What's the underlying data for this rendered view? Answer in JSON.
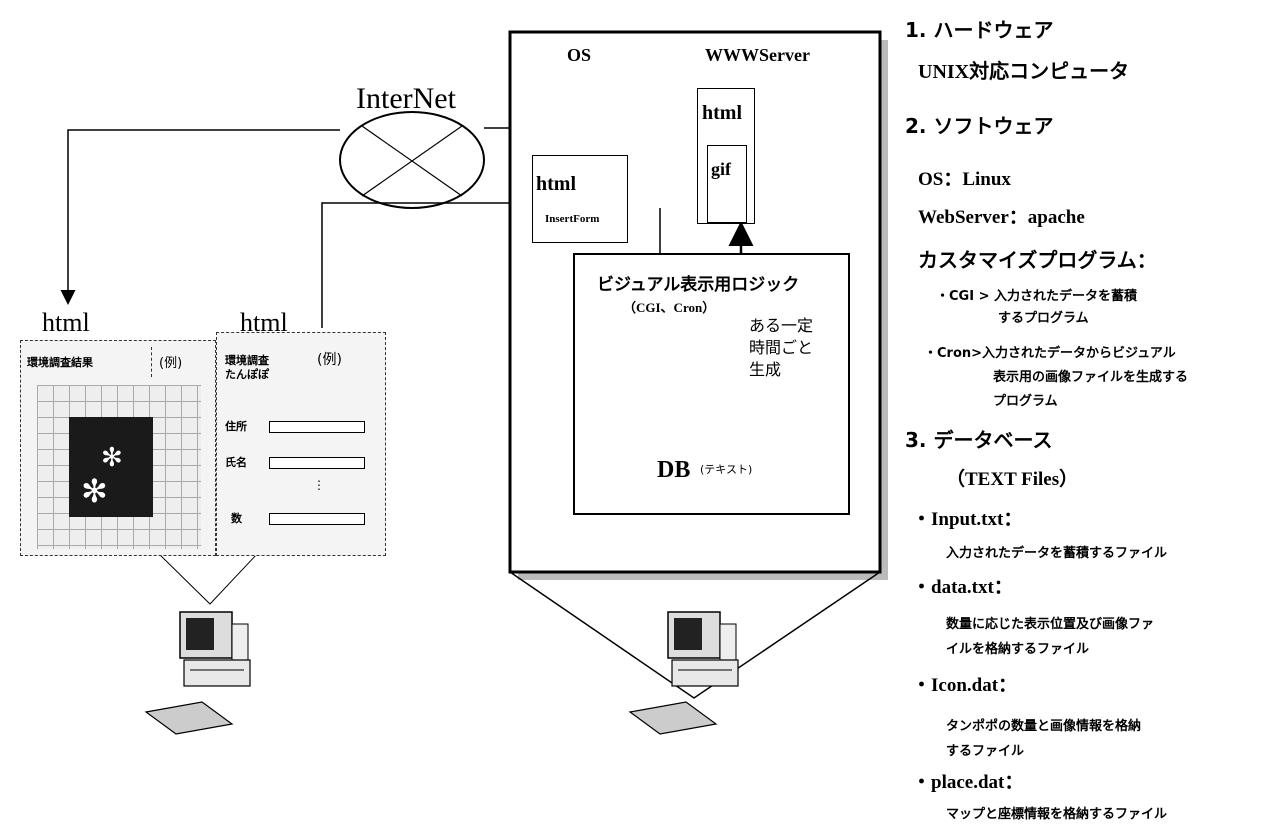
{
  "diagram": {
    "internet_label": "InterNet",
    "server": {
      "os_label": "OS",
      "web_label": "WWWServer",
      "html_top": "html",
      "gif_label": "gif",
      "form_html": "html",
      "form_name": "InsertForm",
      "logic_title": "ビジュアル表示用ロジック",
      "logic_sub": "（CGI、Cron）",
      "timer_lines": [
        "ある一定",
        "時間ごと",
        "生成"
      ],
      "db_main": "DB",
      "db_sub": "(テキスト)"
    },
    "client": {
      "result_html": "html",
      "result_title": "環境調査結果",
      "result_example": "(例)",
      "form_html": "html",
      "form_title_1": "環境調査",
      "form_title_2": "たんぽぽ",
      "form_example": "(例)",
      "field_address": "住所",
      "field_name": "氏名",
      "field_ellipsis": "⋮",
      "field_count": "数"
    }
  },
  "spec": {
    "hw_heading": "1. ハードウェア",
    "hw_item": "UNIX対応コンピュータ",
    "sw_heading": "2. ソフトウェア",
    "os_item": "OS：Linux",
    "web_item": "WebServer：apache",
    "custom_heading": "カスタマイズプログラム：",
    "cgi_line1": "・CGI > 入力されたデータを蓄積",
    "cgi_line2": "するプログラム",
    "cron_line1": "・Cron>入力されたデータからビジュアル",
    "cron_line2": "表示用の画像ファイルを生成する",
    "cron_line3": "プログラム",
    "db_heading": "3. データベース",
    "db_sub": "（TEXT Files）",
    "files": [
      {
        "name": "・Input.txt：",
        "desc": [
          "入力されたデータを蓄積するファイル"
        ]
      },
      {
        "name": "・data.txt：",
        "desc": [
          "数量に応じた表示位置及び画像ファ",
          "イルを格納するファイル"
        ]
      },
      {
        "name": "・Icon.dat：",
        "desc": [
          "タンポポの数量と画像情報を格納",
          "するファイル"
        ]
      },
      {
        "name": "・place.dat：",
        "desc": [
          "マップと座標情報を格納するファイル"
        ]
      }
    ]
  }
}
